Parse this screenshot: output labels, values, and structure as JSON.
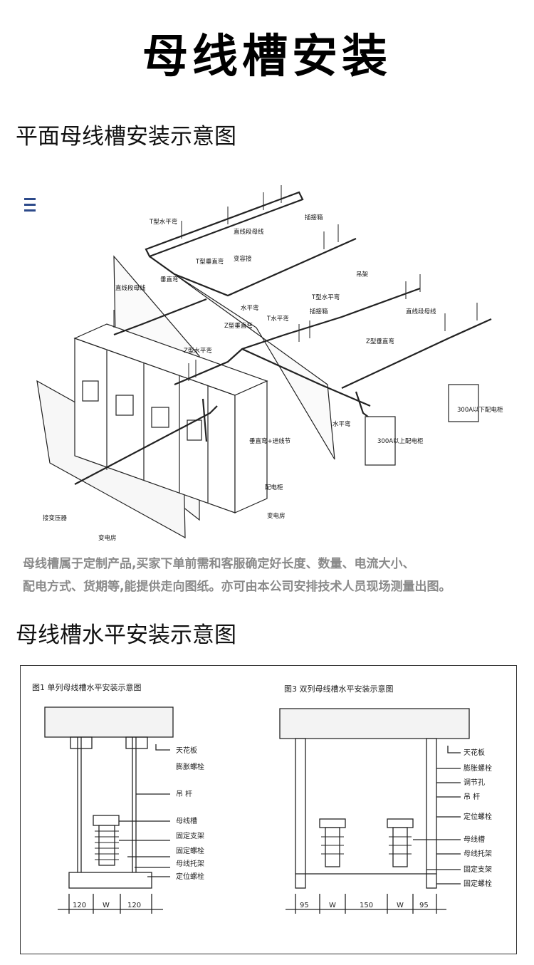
{
  "page": {
    "title": "母线槽安装",
    "section1_heading": "平面母线槽安装示意图",
    "section2_heading": "母线槽水平安装示意图",
    "description_line1": "母线槽属于定制产品,买家下单前需和客服确定好长度、数量、电流大小、",
    "description_line2": "配电方式、货期等,能提供走向图纸。亦可由本公司安排技术人员现场测量出图。"
  },
  "iso_diagram": {
    "labels": {
      "t_horizontal_1": "T型水平弯",
      "straight_1": "直线段母线",
      "plug_box_1": "插接箱",
      "t_vertical": "T型垂直弯",
      "reducer": "变容接",
      "vertical_bend": "垂直弯",
      "straight_2": "直线段母线",
      "hanger": "吊架",
      "t_horizontal_2": "T型水平弯",
      "horizontal_bend_1": "水平弯",
      "t_horizontal_3": "T水平弯",
      "plug_box_2": "插接箱",
      "straight_3": "直线段母线",
      "z_vertical_1": "Z型垂直弯",
      "z_vertical_2": "Z型垂直弯",
      "z_horizontal": "Z型水平弯",
      "cabinet_below_300a": "300A以下配电柜",
      "cabinet_above_300a": "300A以上配电柜",
      "horizontal_bend_2": "水平弯",
      "vertical_bend_inlet": "垂直弯+进线节",
      "distribution_cabinet": "配电柜",
      "substation_1": "变电房",
      "transformer_connector": "接变压器",
      "substation_2": "变电房"
    }
  },
  "detail_diagram": {
    "fig1": {
      "title": "图1 单列母线槽水平安装示意图",
      "labels": {
        "ceiling": "天花板",
        "expansion_bolt": "膨胀螺栓",
        "rod": "吊  杆",
        "busway": "母线槽",
        "fixed_bracket": "固定支架",
        "fixing_bolt": "固定螺栓",
        "busway_tray": "母线托架",
        "positioning_bolt": "定位螺栓"
      },
      "dimensions": [
        "120",
        "W",
        "120"
      ]
    },
    "fig3": {
      "title": "图3  双列母线槽水平安装示意图",
      "labels": {
        "ceiling": "天花板",
        "expansion_bolt": "膨胀螺栓",
        "adjust_hole": "调节孔",
        "rod": "吊  杆",
        "positioning_bolt": "定位螺栓",
        "busway": "母线槽",
        "busway_tray": "母线托架",
        "fixed_bracket": "固定支架",
        "fixing_bolt": "固定螺栓"
      },
      "dimensions": [
        "95",
        "W",
        "150",
        "W",
        "95"
      ]
    }
  }
}
